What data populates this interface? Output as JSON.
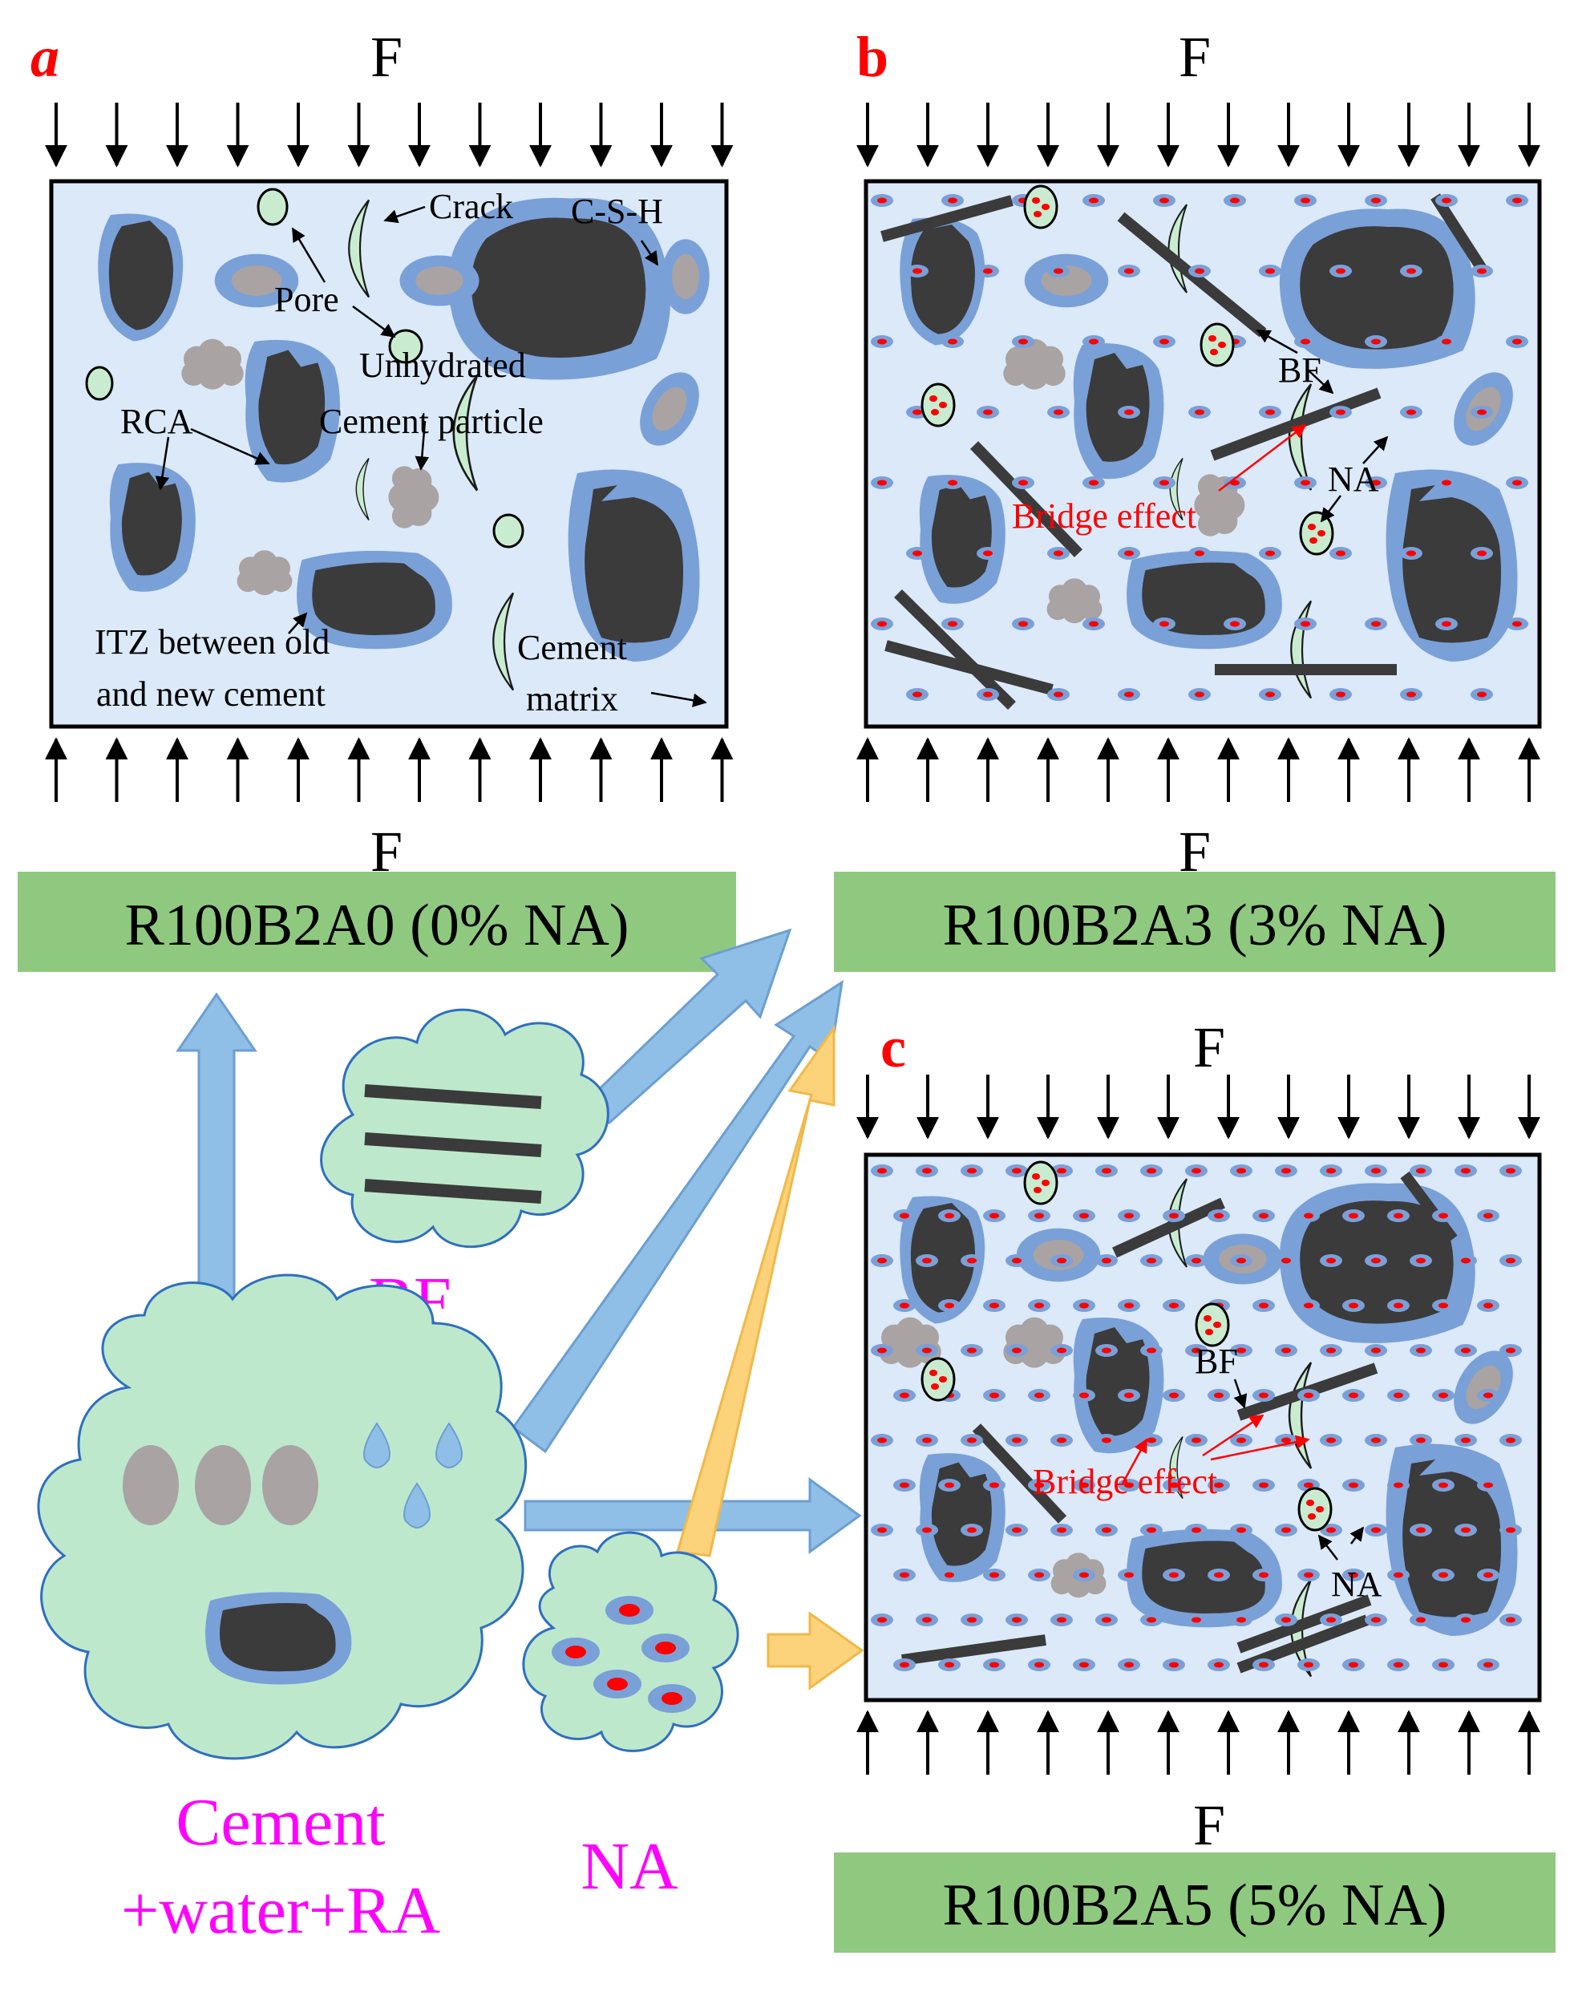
{
  "panel_a": {
    "letter": "a",
    "force_top": "F",
    "force_bottom": "F",
    "caption": "R100B2A0 (0% NA)",
    "labels": {
      "crack": "Crack",
      "csh": "C-S-H",
      "pore": "Pore",
      "unhydrated": "Unhydrated",
      "cement_particle": "Cement particle",
      "rca": "RCA",
      "itz_line1": "ITZ between old",
      "itz_line2": "and new cement",
      "matrix_line1": "Cement",
      "matrix_line2": "matrix"
    }
  },
  "panel_b": {
    "letter": "b",
    "force_top": "F",
    "force_bottom": "F",
    "caption": "R100B2A3 (3% NA)",
    "labels": {
      "bf": "BF",
      "na": "NA",
      "bridge": "Bridge effect"
    }
  },
  "panel_c": {
    "letter": "c",
    "force_top": "F",
    "force_bottom": "F",
    "caption": "R100B2A5 (5% NA)",
    "labels": {
      "bf": "BF",
      "na": "NA",
      "bridge": "Bridge effect"
    }
  },
  "ingredients": {
    "bf": "BF",
    "na": "NA",
    "cement_line1": "Cement",
    "cement_line2": "+water+RA"
  },
  "colors": {
    "matrix": "#dbe9f8",
    "itz": "#7aa0d8",
    "aggregate": "#3b3b3b",
    "cloud": "#bde8cc",
    "sand": "#a9a3a3",
    "pore": "#c9ecd0",
    "nano": "#ff0000",
    "caption_bg": "#8fc97f",
    "arrow_blue": "#8fbfe6",
    "arrow_yellow": "#fcd27a",
    "magenta": "#ff00ff",
    "letter_red": "#ff0000"
  }
}
